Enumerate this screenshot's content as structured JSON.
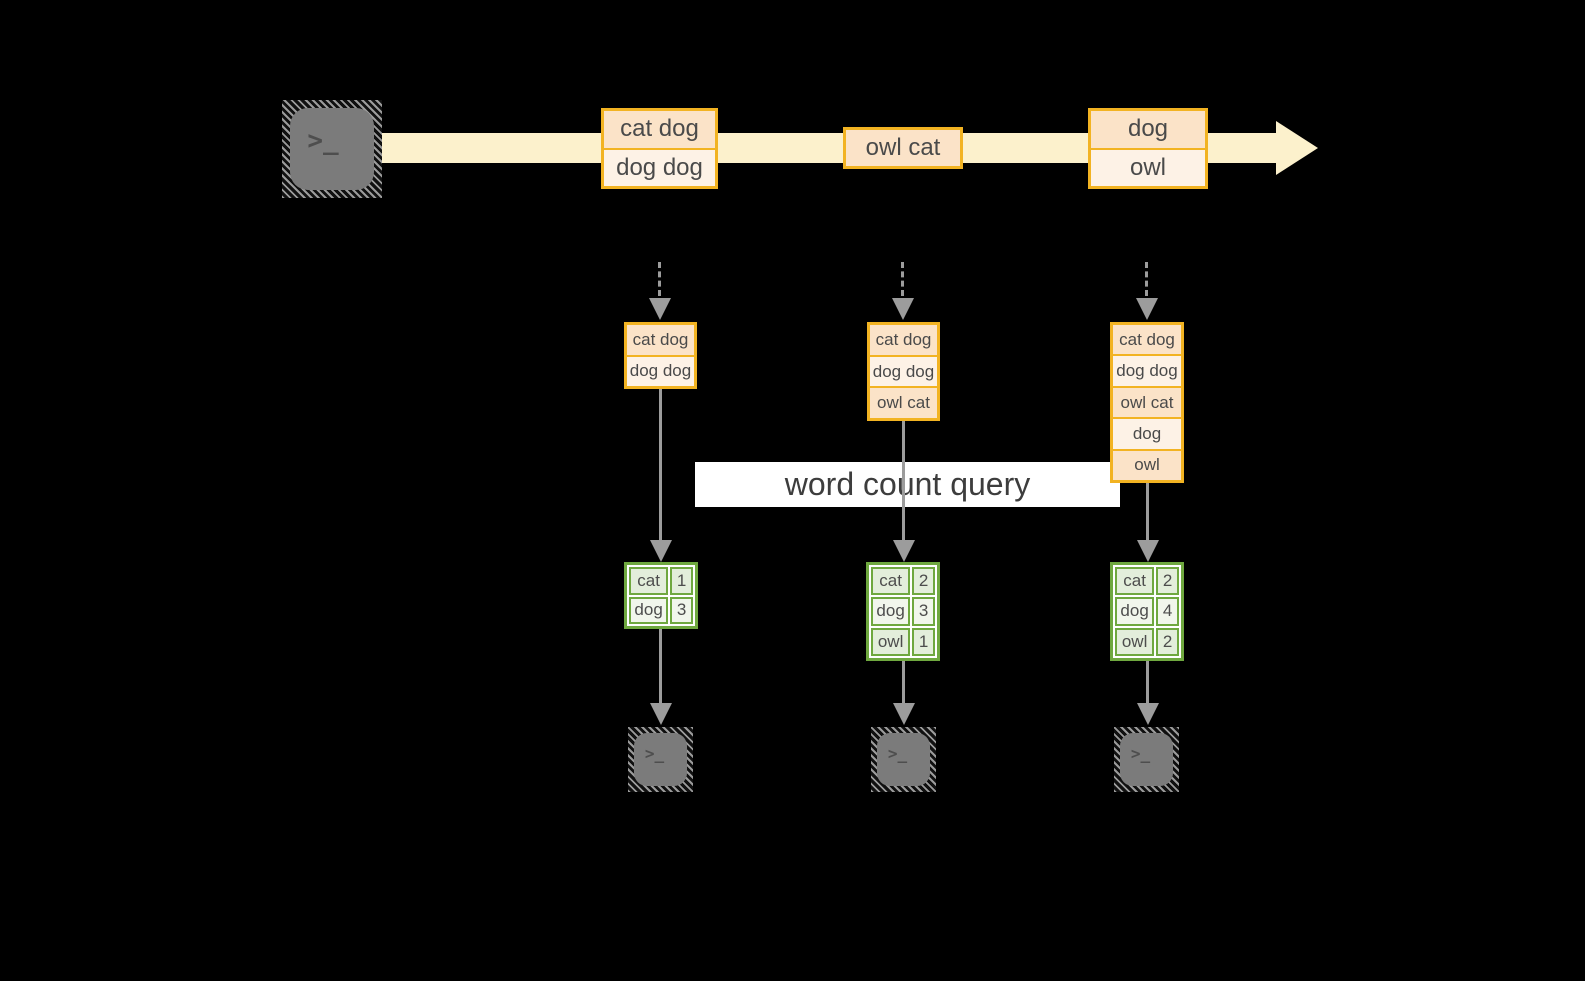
{
  "title": "word count query streaming diagram",
  "colors": {
    "background": "#000000",
    "stream_band": "#FCF1CC",
    "orange_border": "#F2B322",
    "peach_dark": "#FBE3C8",
    "peach_light": "#FDF2E6",
    "green_border": "#6FA83F",
    "green_fill_dark": "#E3EEDB",
    "green_fill_light": "#F1F6EC",
    "arrow_gray": "#9C9C9C",
    "terminal_gray": "#7B7B7B",
    "banner_background": "#FFFFFF"
  },
  "terminal": {
    "glyph": ">_"
  },
  "banner": {
    "label": "word count query"
  },
  "stream": {
    "batches": [
      {
        "rows": [
          "cat dog",
          "dog dog"
        ]
      },
      {
        "rows": [
          "owl cat"
        ]
      },
      {
        "rows": [
          "dog",
          "owl"
        ]
      }
    ]
  },
  "columns": [
    {
      "input": [
        "cat dog",
        "dog dog"
      ],
      "counts": [
        {
          "word": "cat",
          "value": "1"
        },
        {
          "word": "dog",
          "value": "3"
        }
      ]
    },
    {
      "input": [
        "cat dog",
        "dog dog",
        "owl cat"
      ],
      "counts": [
        {
          "word": "cat",
          "value": "2"
        },
        {
          "word": "dog",
          "value": "3"
        },
        {
          "word": "owl",
          "value": "1"
        }
      ]
    },
    {
      "input": [
        "cat dog",
        "dog dog",
        "owl cat",
        "dog",
        "owl"
      ],
      "counts": [
        {
          "word": "cat",
          "value": "2"
        },
        {
          "word": "dog",
          "value": "4"
        },
        {
          "word": "owl",
          "value": "2"
        }
      ]
    }
  ]
}
